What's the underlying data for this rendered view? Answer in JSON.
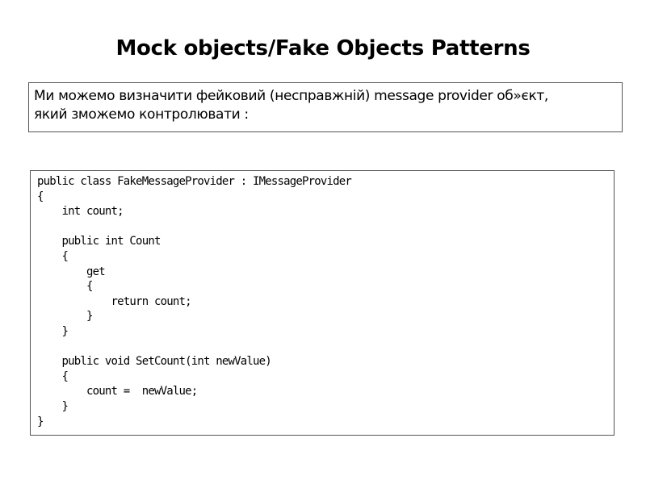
{
  "slide": {
    "title": "Mock objects/Fake Objects Patterns"
  },
  "callout": {
    "line1": "Ми можемо визначити фейковий (несправжній) message provider об»єкт,",
    "line2": "який зможемо контролювати :"
  },
  "code": {
    "lines": [
      "public class FakeMessageProvider : IMessageProvider",
      "{",
      "    int count;",
      "",
      "    public int Count",
      "    {",
      "        get",
      "        {",
      "            return count;",
      "        }",
      "    }",
      "",
      "    public void SetCount(int newValue)",
      "    {",
      "        count =  newValue;",
      "    }",
      "}"
    ]
  }
}
